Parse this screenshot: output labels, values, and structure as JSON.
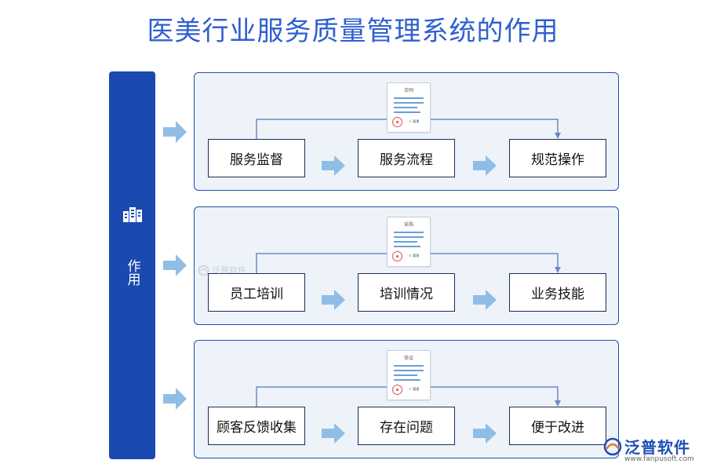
{
  "title": "医美行业服务质量管理系统的作用",
  "sidebar": {
    "label": "作用",
    "icon": "building-icon"
  },
  "rows": [
    {
      "doc_title": "合同",
      "doc_sign": "人 管理",
      "steps": [
        "服务监督",
        "服务流程",
        "规范操作"
      ]
    },
    {
      "doc_title": "采购",
      "doc_sign": "人 管理",
      "steps": [
        "员工培训",
        "培训情况",
        "业务技能"
      ]
    },
    {
      "doc_title": "协议",
      "doc_sign": "人 管理",
      "steps": [
        "顾客反馈收集",
        "存在问题",
        "便于改进"
      ]
    }
  ],
  "watermark": {
    "text": "泛普软件"
  },
  "logo": {
    "name": "泛普软件",
    "url": "www.fanpusoft.com"
  },
  "colors": {
    "primary": "#1a4ab0",
    "arrow": "#8fbde6",
    "title": "#2f5fd0",
    "connector": "#6b8bbf"
  }
}
